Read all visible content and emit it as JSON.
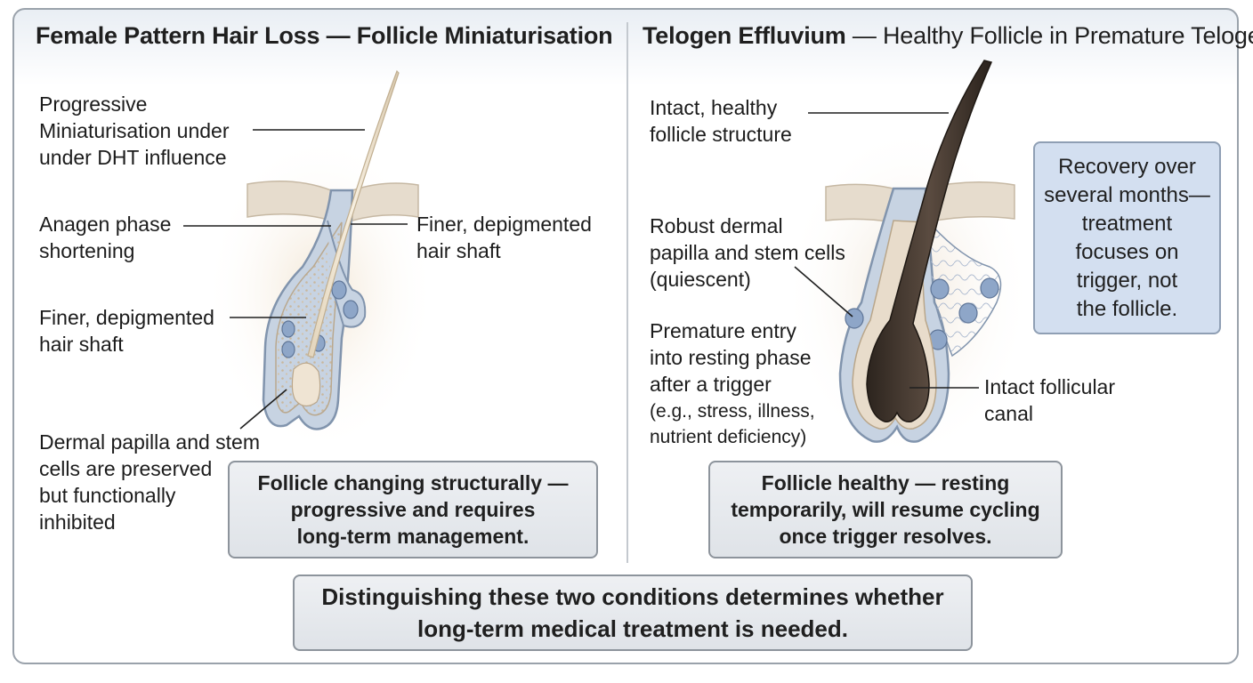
{
  "left": {
    "title": "Female Pattern Hair Loss — Follicle Miniaturisation",
    "labels": {
      "miniaturisation": "Progressive\nMiniaturisation under\nunder DHT influence",
      "anagen": "Anagen phase\nshortening",
      "shaft_right": "Finer, depigmented\nhair shaft",
      "shaft_left": "Finer, depigmented\nhair shaft",
      "papilla": "Dermal papilla and stem\ncells are preserved\nbut functionally\ninhibited"
    },
    "summary": "Follicle changing structurally —\nprogressive and requires\nlong-term management."
  },
  "right": {
    "title_bold": "Telogen Effluvium",
    "title_rest": " — Healthy Follicle in Premature Telogen",
    "labels": {
      "intact": "Intact, healthy\nfollicle structure",
      "robust": "Robust dermal\npapilla and stem cells\n(quiescent)",
      "premature": "Premature entry\ninto resting phase\nafter a trigger",
      "trigger_examples": "(e.g., stress, illness,\nnutrient deficiency)",
      "canal": "Intact follicular\ncanal"
    },
    "recovery": "Recovery over\nseveral months—\ntreatment\nfocuses on\ntrigger, not\nthe follicle.",
    "summary": "Follicle healthy — resting\ntemporarily, will resume cycling\nonce trigger resolves."
  },
  "conclusion": "Distinguishing these two conditions determines whether\nlong-term medical treatment is needed.",
  "colors": {
    "skin": "#e6dccd",
    "sheath_blue": "#c7d3e2",
    "cell_blue": "#8ea6c8",
    "hair_fine": "#ede3cf",
    "hair_dark": "#3e342c",
    "recovery_box": "#d3dff0"
  }
}
